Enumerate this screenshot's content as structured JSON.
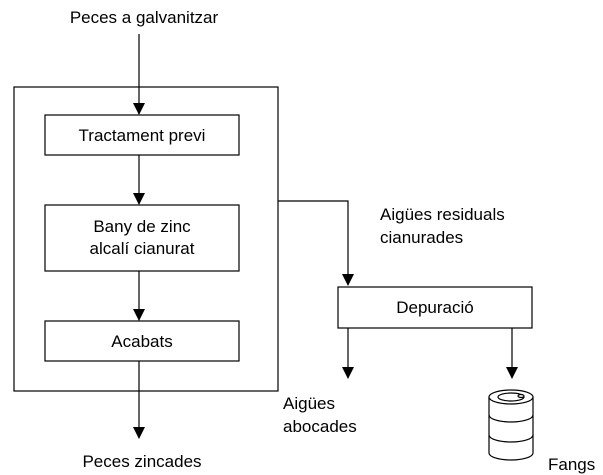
{
  "input_label": "Peces a galvanitzar",
  "steps": {
    "pretreatment": "Tractament previ",
    "zinc_bath_line1": "Bany de zinc",
    "zinc_bath_line2": "alcalí cianurat",
    "finishing": "Acabats"
  },
  "output_label": "Peces zincades",
  "wastewater": {
    "line1": "Aigües residuals",
    "line2": "cianurades"
  },
  "treatment_label": "Depuració",
  "discharged_water": {
    "line1": "Aigües",
    "line2": "abocades"
  },
  "sludge_label": "Fangs",
  "icons": {
    "sludge": "barrel-icon"
  }
}
